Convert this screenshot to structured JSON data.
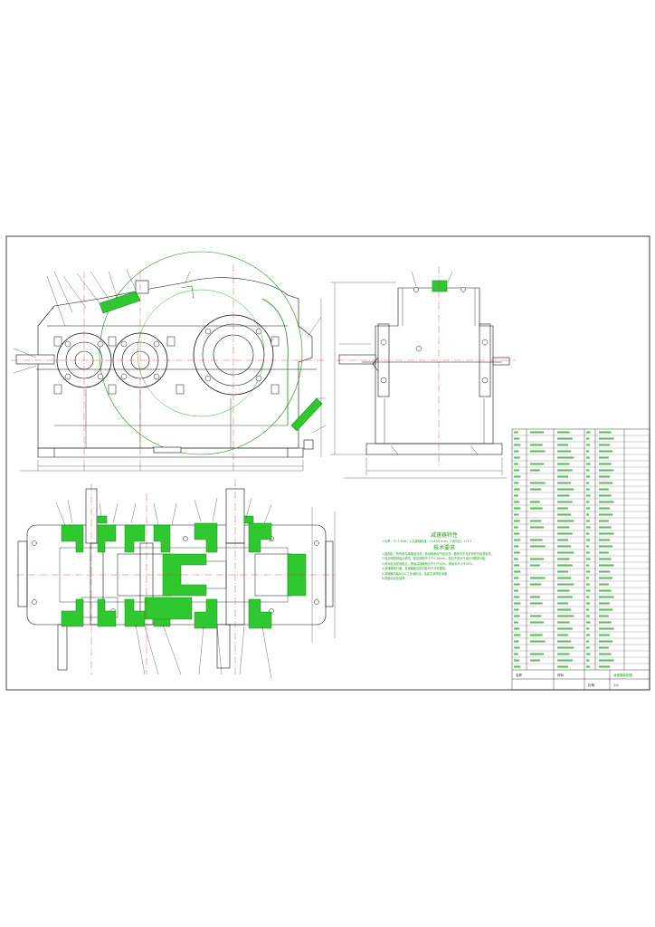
{
  "drawing": {
    "title_block": {
      "name_label": "名称",
      "material_label": "材料",
      "scale_label": "比例",
      "scale_value": "1:2",
      "drawing_no": "减速器装配图"
    },
    "notes": {
      "heading_features": "减速器特性",
      "features_line": "1.功率：P=7.5kW；2.高速轴转速：n=970r/min；3.传动比：i=3.7",
      "heading_requirements": "技术要求",
      "requirements": [
        "1.装配前，所有零件用煤油清洗，滚动轴承用汽油清洗，箱体内不允许有任何杂物存在；",
        "2.啮合侧隙用铅丝检验，保证侧隙不小于0.16mm，铅丝不得大于最小侧隙的4倍；",
        "3.用涂色法检验斑点，按齿高接触斑点不小于40%，按齿长不小于50%；",
        "4.减速器剖分面、各接触面及密封处均不允许漏油；",
        "5.减速器内装N220工业齿轮油，油量达到规定深度；",
        "6.表面涂灰色油漆。"
      ]
    },
    "colors": {
      "outline": "#111111",
      "section_fill": "#2fc82f",
      "section_stroke": "#1a8a1a",
      "center_line": "#d23030",
      "note_text": "#1c9e1c",
      "background": "#ffffff"
    }
  }
}
